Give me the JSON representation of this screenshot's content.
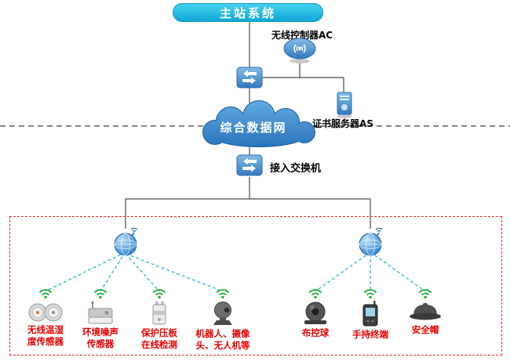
{
  "diagram": {
    "main_station_label": "主站系统",
    "wireless_controller_label": "无线控制器AC",
    "cert_server_label": "证书服务器AS",
    "data_network_label": "综合数据网",
    "access_switch_label": "接入交换机",
    "devices": [
      {
        "label": "无线温湿度传感器",
        "icon": "temp-humidity-sensor-icon",
        "ap": "left"
      },
      {
        "label": "环境噪声传感器",
        "icon": "noise-sensor-icon",
        "ap": "left"
      },
      {
        "label": "保护压板在线检测",
        "icon": "protection-plate-detector-icon",
        "ap": "left"
      },
      {
        "label": "机器人、摄像头、无人机等",
        "icon": "ptz-camera-icon",
        "ap": "left"
      },
      {
        "label": "布控球",
        "icon": "ball-camera-icon",
        "ap": "right"
      },
      {
        "label": "手持终端",
        "icon": "handheld-terminal-icon",
        "ap": "right"
      },
      {
        "label": "安全帽",
        "icon": "safety-helmet-icon",
        "ap": "right"
      }
    ],
    "colors": {
      "header_cyan": "#17b8e4",
      "cloud_blue": "#3a86c8",
      "node_blue": "#4a90d0",
      "wifi_green": "#2db34a",
      "label_red": "#e60000",
      "wireless_link_cyan": "#2ab7ca",
      "zone_border_red": "#e8262a"
    }
  }
}
